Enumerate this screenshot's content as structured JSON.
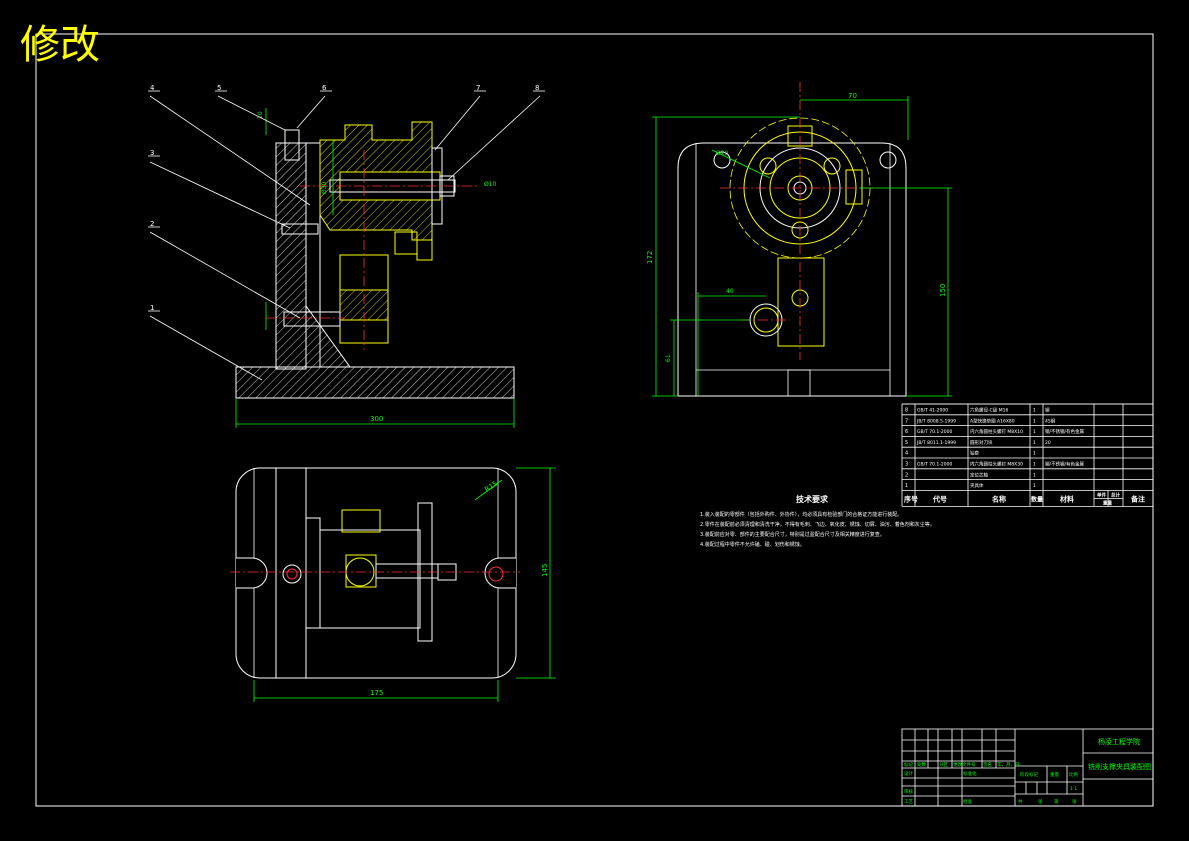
{
  "header": {
    "stamp": "修改"
  },
  "leaders": [
    "4",
    "5",
    "6",
    "7",
    "8",
    "3",
    "2",
    "1"
  ],
  "dimensions": {
    "front_width": "300",
    "top_width": "175",
    "top_height": "145",
    "radius": "R15",
    "side_top": "70",
    "side_height": "172",
    "side_right": "150",
    "side_hole_x": "40",
    "side_hole_y": "61",
    "side_dia": "Ø20",
    "front_top_vert": "10",
    "front_mid": "Ø30",
    "front_low": "Ø10"
  },
  "bom": {
    "rows": [
      {
        "no": "8",
        "code": "GB/T 41-2000",
        "name": "六角螺母-C级 M16",
        "qty": "1",
        "material": "钢",
        "weight": "",
        "note": ""
      },
      {
        "no": "7",
        "code": "JB/T 8008.5-1999",
        "name": "A型快换垫圈 A16X80",
        "qty": "1",
        "material": "45钢",
        "weight": "",
        "note": ""
      },
      {
        "no": "6",
        "code": "GB/T 70.1-2000",
        "name": "内六角圆柱头螺钉 M8X10",
        "qty": "1",
        "material": "钢/不锈钢/有色金属",
        "weight": "",
        "note": ""
      },
      {
        "no": "5",
        "code": "JB/T 8011.1-1999",
        "name": "圆形对刀块",
        "qty": "1",
        "material": "20",
        "weight": "",
        "note": ""
      },
      {
        "no": "4",
        "code": "",
        "name": "钻套",
        "qty": "1",
        "material": "",
        "weight": "",
        "note": ""
      },
      {
        "no": "3",
        "code": "GB/T 70.1-2000",
        "name": "内六角圆柱头螺钉 M8X30",
        "qty": "1",
        "material": "钢/不锈钢/有色金属",
        "weight": "",
        "note": ""
      },
      {
        "no": "2",
        "code": "",
        "name": "定位芯轴",
        "qty": "1",
        "material": "",
        "weight": "",
        "note": ""
      },
      {
        "no": "1",
        "code": "",
        "name": "夹具体",
        "qty": "1",
        "material": "",
        "weight": "",
        "note": ""
      }
    ],
    "header": {
      "no": "序号",
      "code": "代号",
      "name": "名称",
      "qty": "数量",
      "material": "材料",
      "weight_single": "单件",
      "weight_total": "总计",
      "weight": "重量",
      "note": "备注"
    }
  },
  "tech": {
    "title": "技术要求",
    "items": [
      "1.装入装配的零部件（包括外购件、外协件），均必须具有检验部门的合格证方能进行装配。",
      "2.零件在装配前必须清理和清洗干净，不得有毛刺、飞边、氧化皮、锈蚀、切屑、油污、着色剂和灰尘等。",
      "3.装配前应对零、部件的主要配合尺寸，特别是过盈配合尺寸及相关精度进行复查。",
      "4.装配过程中零件不允许磕、碰、划伤和锈蚀。"
    ]
  },
  "title_block": {
    "school": "杨凌工程学院",
    "drawing": "铣削支撑夹具装配图",
    "row_labels": [
      "标记",
      "处数",
      "分区",
      "更改文件号",
      "签名",
      "年、月、日"
    ],
    "role_labels": [
      "设计",
      "标准化",
      "审核",
      "工艺",
      "批准"
    ],
    "stage": "阶段标记",
    "weight": "重量",
    "scale": "比例",
    "scale_value": "1:1",
    "sheets": [
      "共",
      "张",
      "第",
      "张"
    ]
  }
}
